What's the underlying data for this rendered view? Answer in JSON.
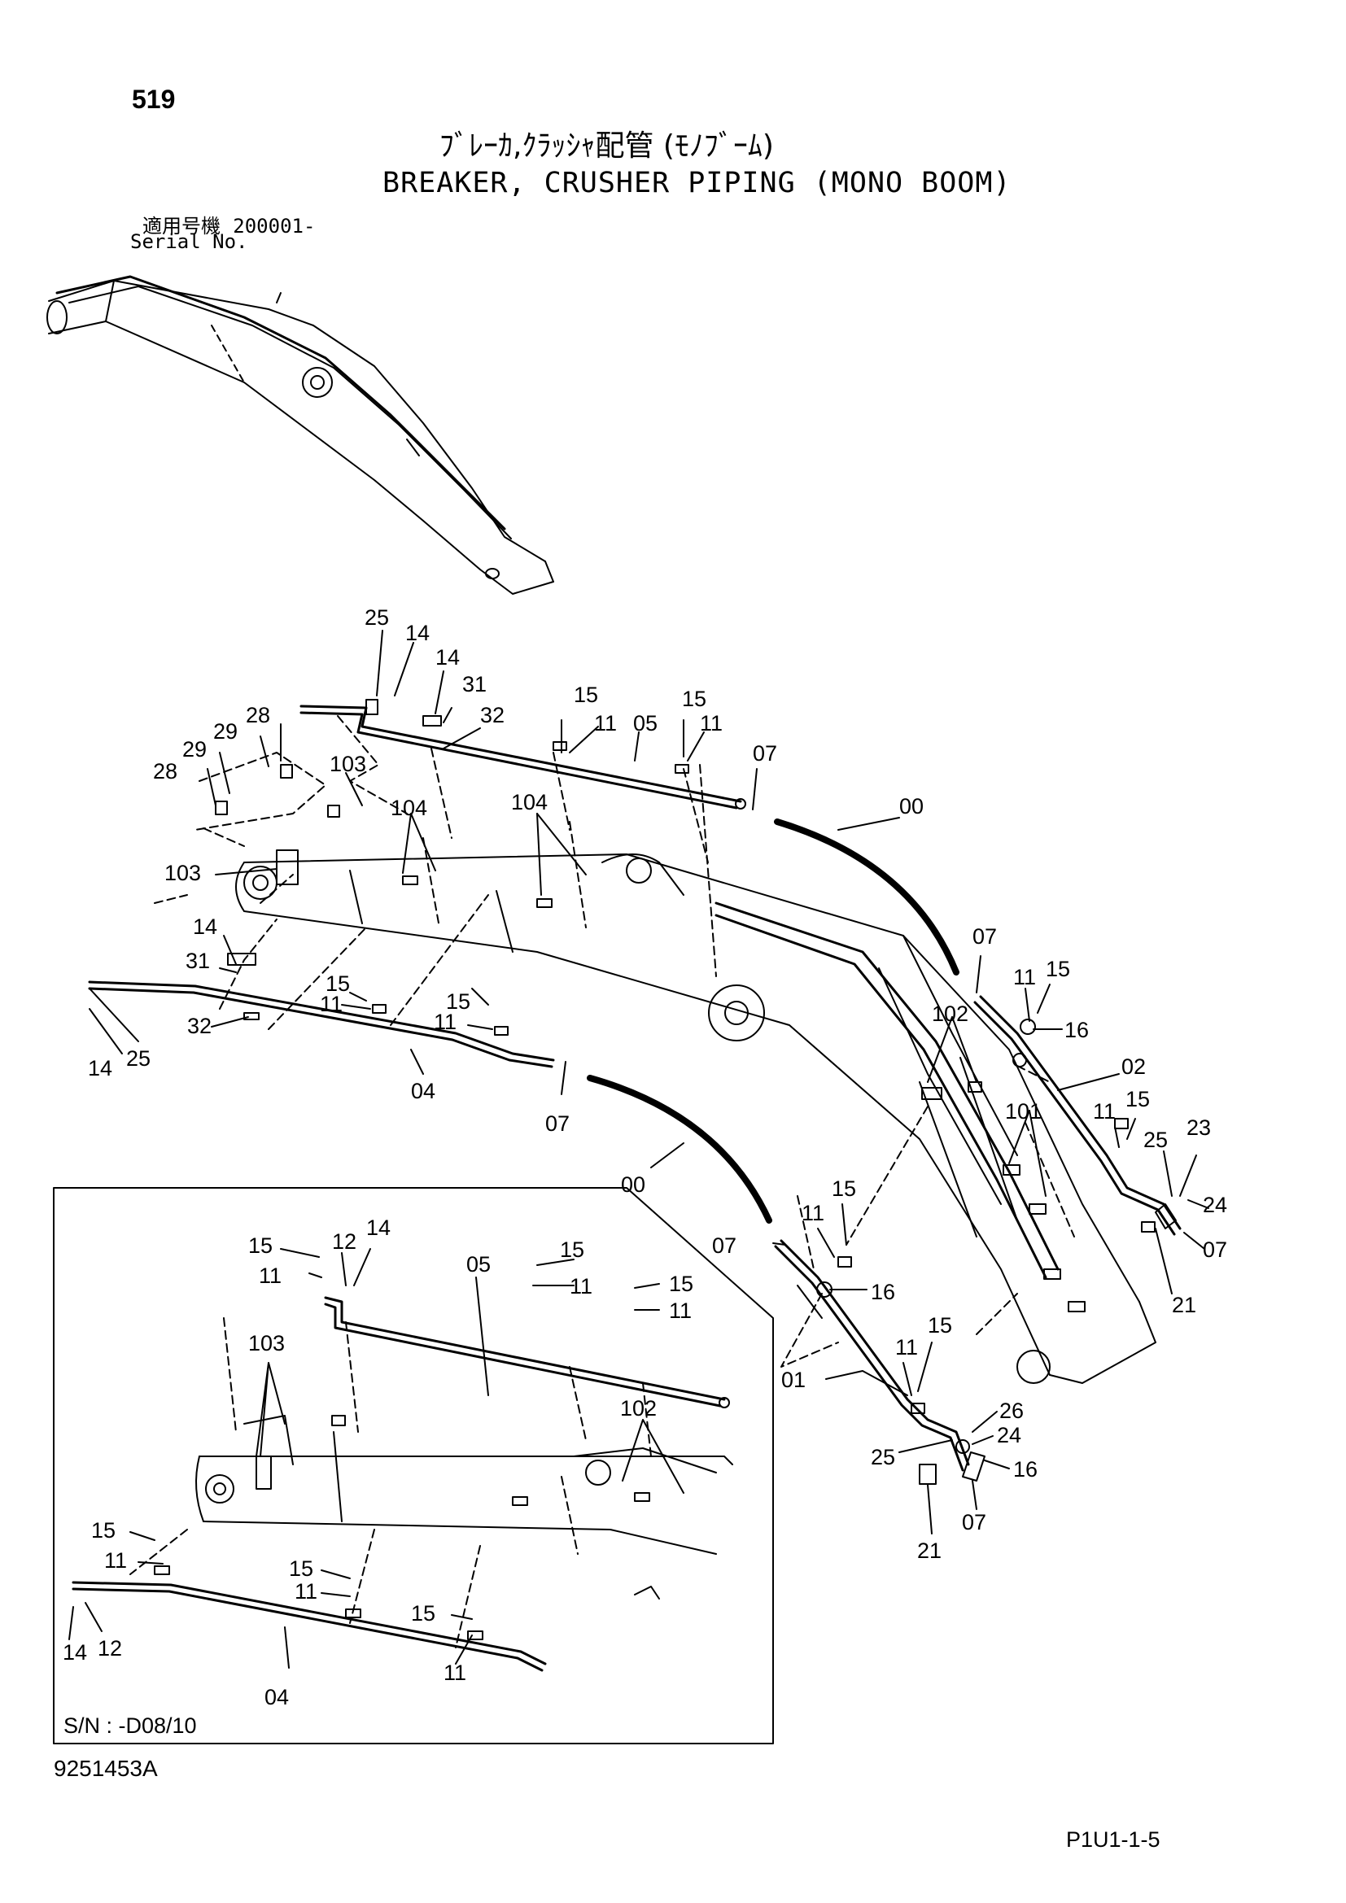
{
  "page_number": "519",
  "title_jp": "ﾌﾞﾚｰｶ,ｸﾗｯｼｬ配管 (ﾓﾉﾌﾞｰﾑ)",
  "title_en": "BREAKER, CRUSHER PIPING (MONO BOOM)",
  "serial": {
    "label_jp": "適用号機",
    "value": "200001-",
    "label_en": "Serial No."
  },
  "inset": {
    "serial_range": "S/N : -D08/10"
  },
  "drawing_number": "9251453A",
  "sheet_code": "P1U1-1-5",
  "callouts_main": [
    "25",
    "14",
    "14",
    "31",
    "32",
    "28",
    "29",
    "28",
    "29",
    "103",
    "103",
    "104",
    "104",
    "15",
    "11",
    "05",
    "15",
    "11",
    "07",
    "00",
    "14",
    "31",
    "32",
    "14",
    "25",
    "15",
    "11",
    "15",
    "11",
    "04",
    "07",
    "00",
    "07",
    "11",
    "15",
    "16",
    "102",
    "02",
    "101",
    "11",
    "15",
    "25",
    "23",
    "24",
    "07",
    "21",
    "11",
    "15",
    "16",
    "07",
    "01",
    "11",
    "15",
    "26",
    "24",
    "25",
    "16",
    "07",
    "21"
  ],
  "callouts_inset": [
    "15",
    "12",
    "14",
    "11",
    "05",
    "15",
    "11",
    "15",
    "11",
    "103",
    "102",
    "15",
    "11",
    "15",
    "11",
    "15",
    "14",
    "12",
    "11",
    "04"
  ]
}
